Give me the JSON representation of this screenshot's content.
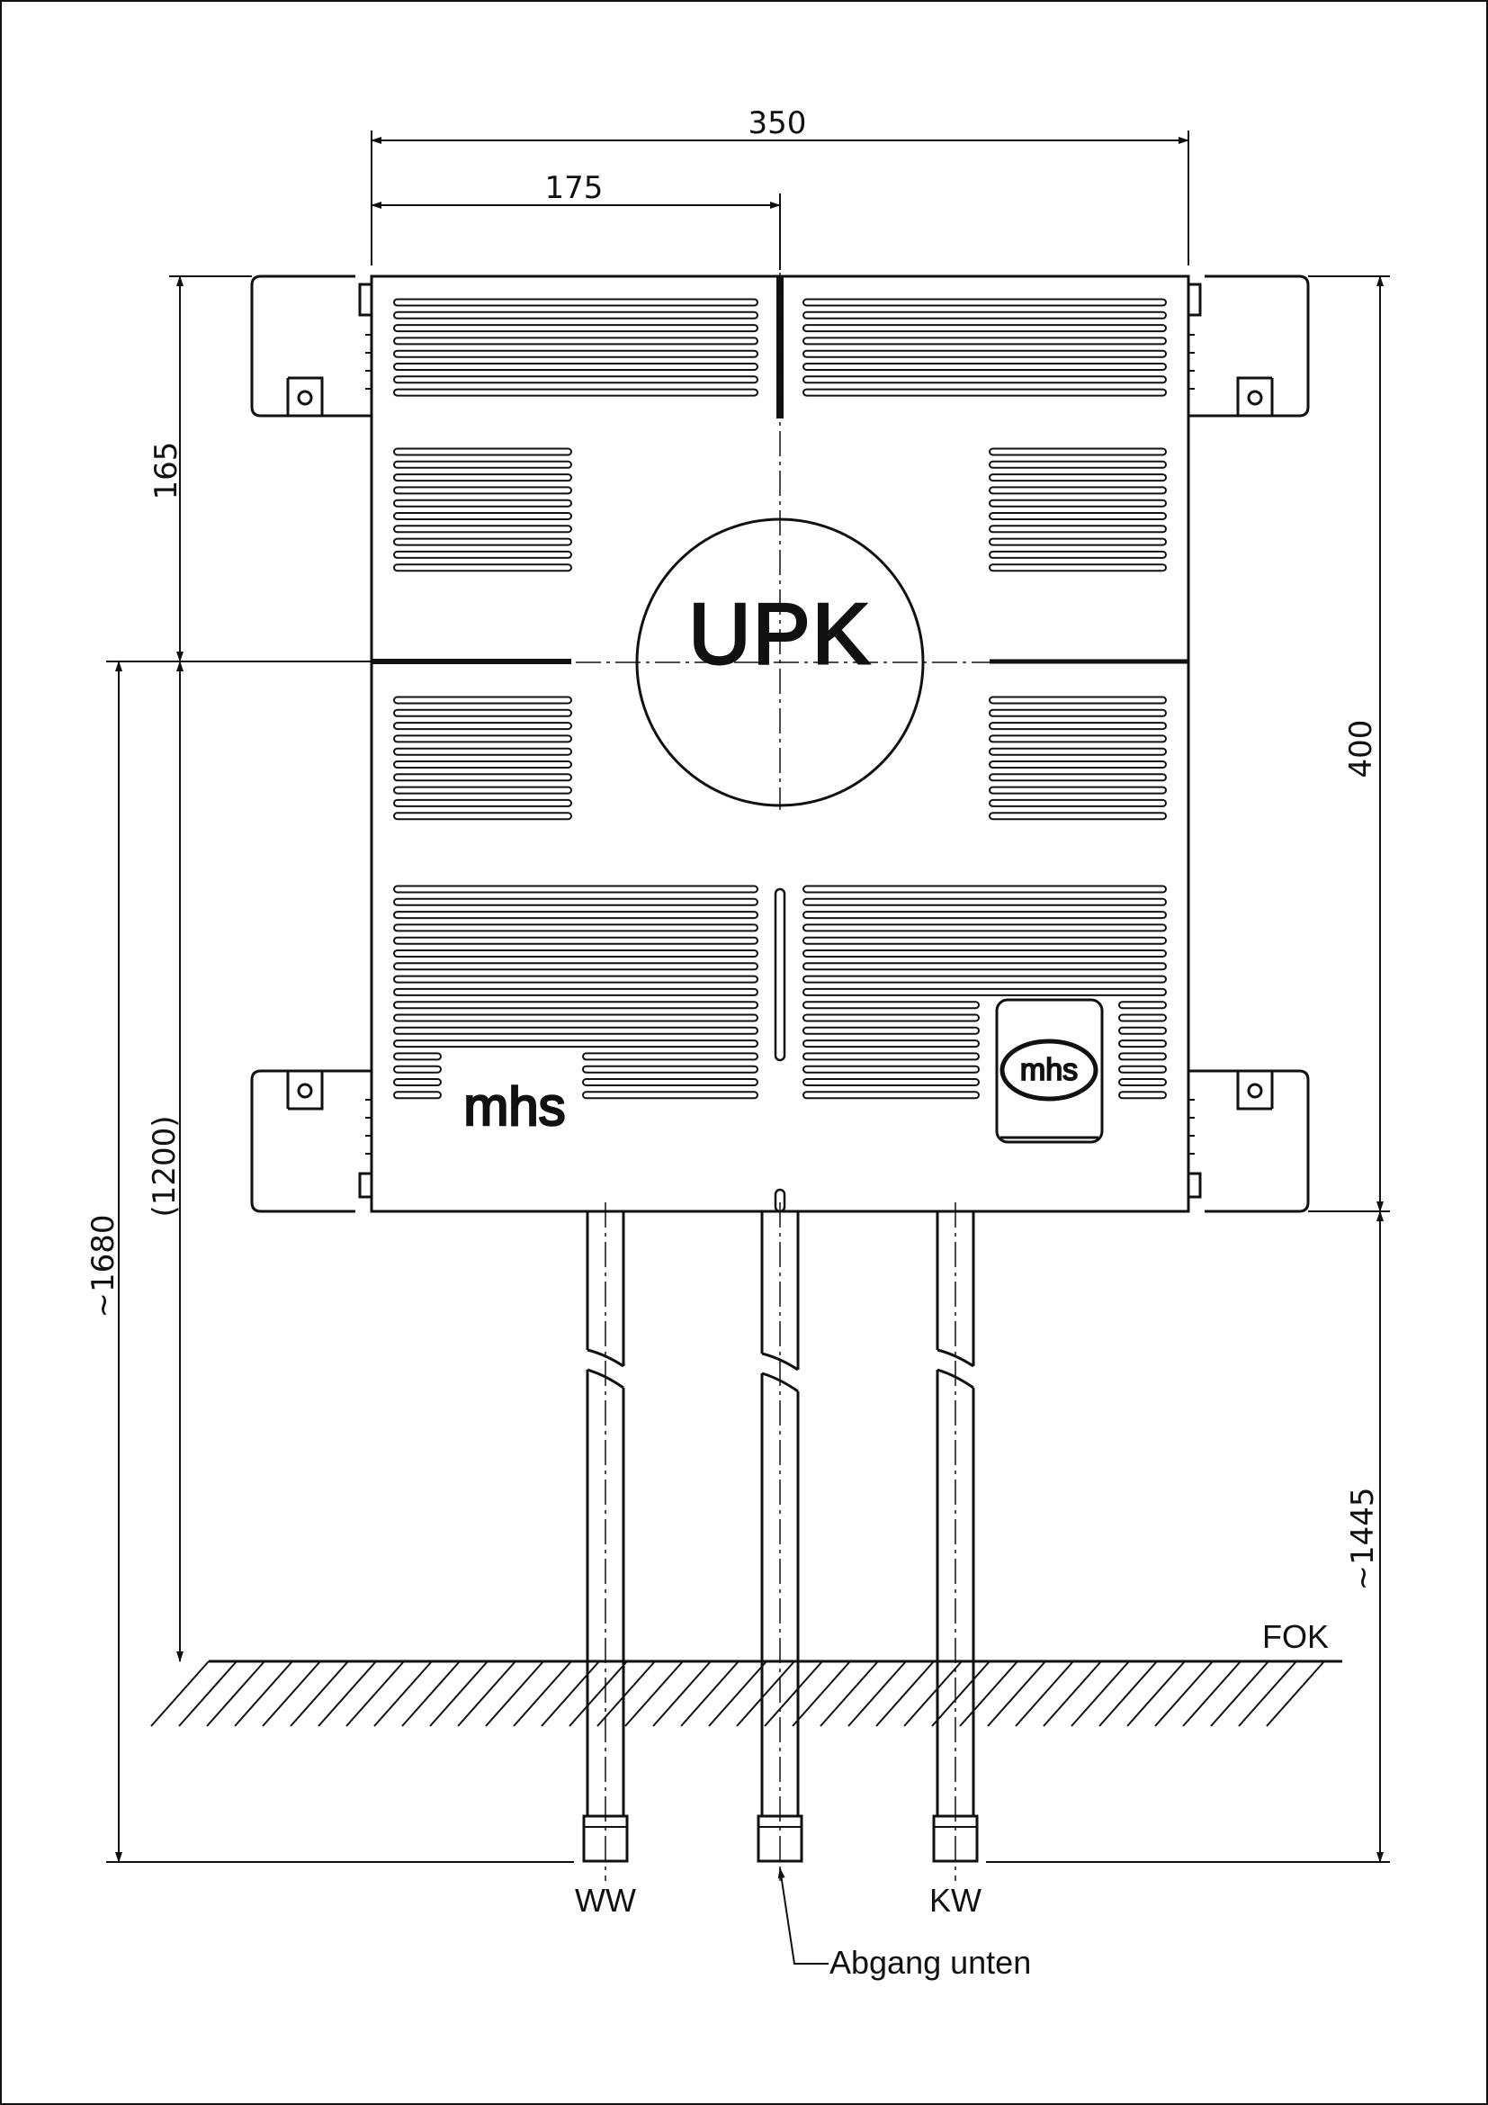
{
  "dimensions": {
    "width_total": "350",
    "width_half": "175",
    "height_upper": "165",
    "height_box": "400",
    "height_1200": "(1200)",
    "height_1680": "~1680",
    "height_1445": "~1445"
  },
  "labels": {
    "box_title": "UPK",
    "logo_text": "mhs",
    "badge_text": "mhs",
    "floor": "FOK",
    "pipe_hot": "WW",
    "pipe_cold": "KW",
    "outlet": "Abgang unten"
  }
}
